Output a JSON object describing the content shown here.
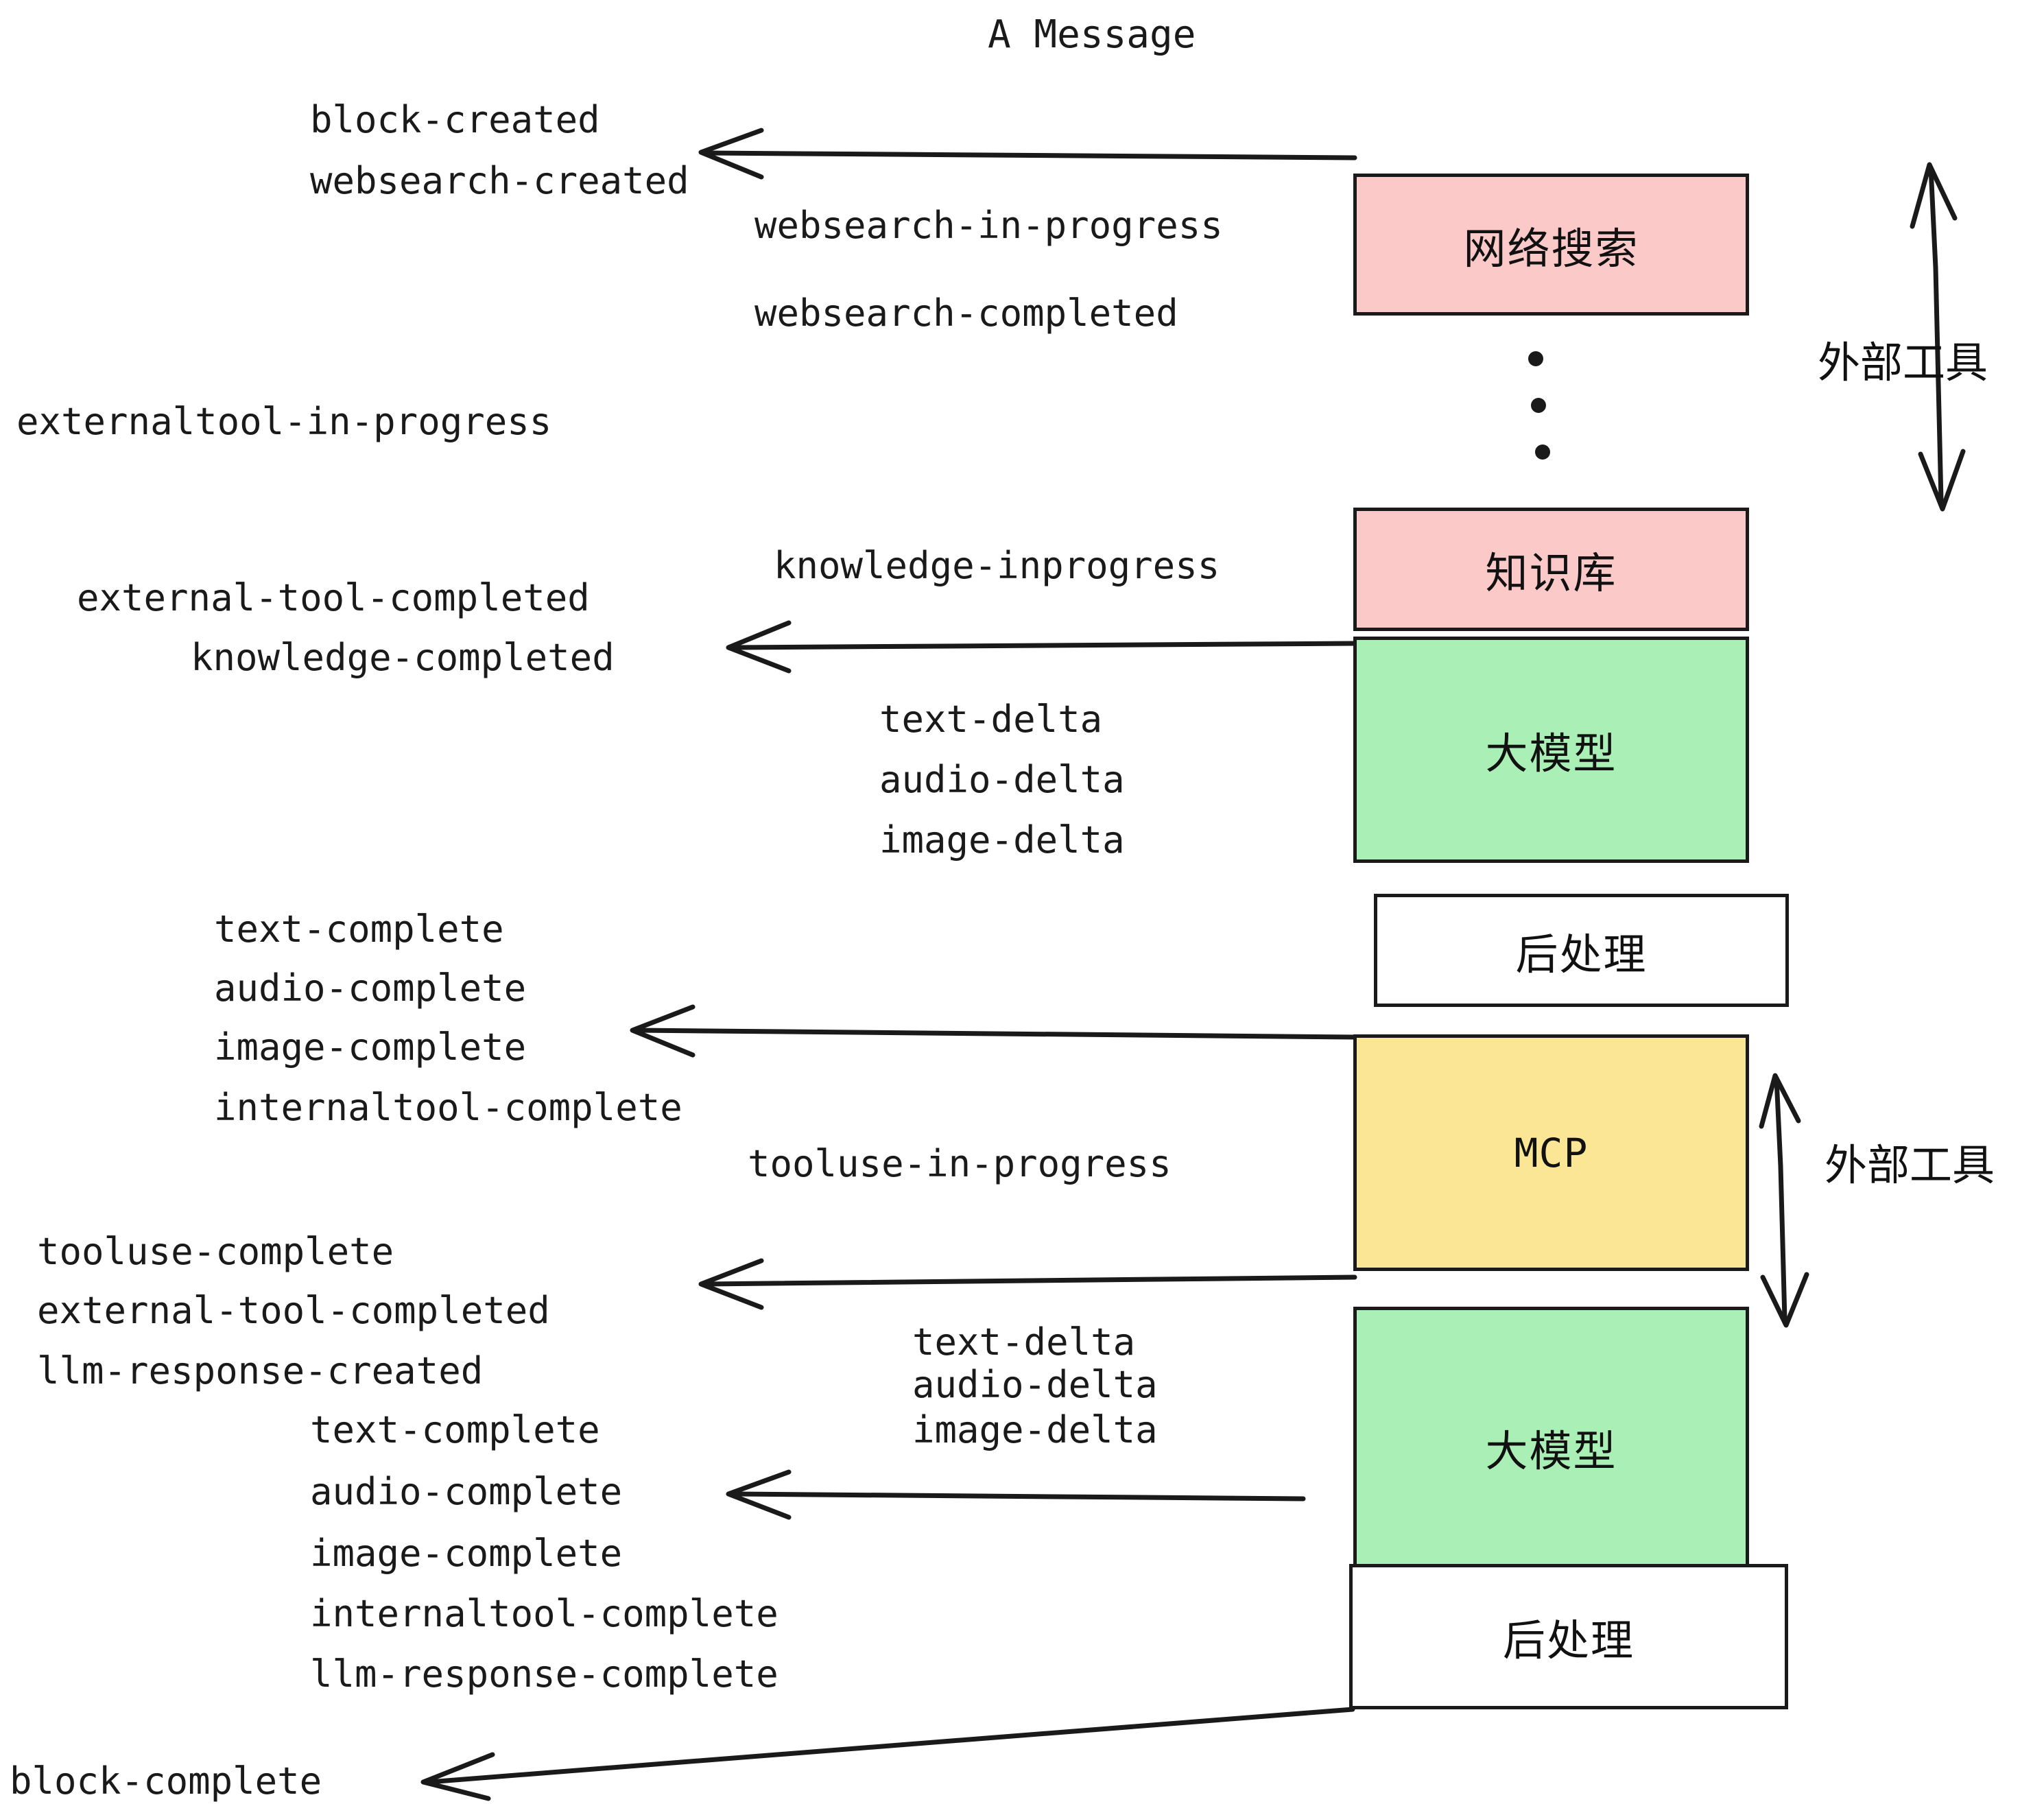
{
  "diagram": {
    "title": "A Message",
    "nodes": [
      {
        "id": "websearch",
        "label": "网络搜索",
        "color": "#fcc9c9",
        "script": "cjk"
      },
      {
        "id": "knowledge",
        "label": "知识库",
        "color": "#fcc9c9",
        "script": "cjk"
      },
      {
        "id": "llm-1",
        "label": "大模型",
        "color": "#aaf0b6",
        "script": "cjk"
      },
      {
        "id": "postproc-1",
        "label": "后处理",
        "color": "#ffffff",
        "script": "cjk"
      },
      {
        "id": "mcp",
        "label": "MCP",
        "color": "#fae694",
        "script": "latin"
      },
      {
        "id": "llm-2",
        "label": "大模型",
        "color": "#aaf0b6",
        "script": "cjk"
      },
      {
        "id": "postproc-2",
        "label": "后处理",
        "color": "#ffffff",
        "script": "cjk"
      }
    ],
    "side_labels": [
      {
        "id": "external-tool-top",
        "text": "外部工具"
      },
      {
        "id": "external-tool-bottom",
        "text": "外部工具"
      }
    ],
    "events": [
      {
        "id": "block-created",
        "text": "block-created"
      },
      {
        "id": "websearch-created",
        "text": "websearch-created"
      },
      {
        "id": "websearch-in-progress",
        "text": "websearch-in-progress"
      },
      {
        "id": "websearch-completed",
        "text": "websearch-completed"
      },
      {
        "id": "externaltool-in-progress",
        "text": "externaltool-in-progress"
      },
      {
        "id": "knowledge-inprogress",
        "text": "knowledge-inprogress"
      },
      {
        "id": "external-tool-completed-1",
        "text": "external-tool-completed"
      },
      {
        "id": "knowledge-completed",
        "text": "knowledge-completed"
      },
      {
        "id": "text-delta-1",
        "text": "text-delta"
      },
      {
        "id": "audio-delta-1",
        "text": "audio-delta"
      },
      {
        "id": "image-delta-1",
        "text": "image-delta"
      },
      {
        "id": "text-complete-1",
        "text": "text-complete"
      },
      {
        "id": "audio-complete-1",
        "text": "audio-complete"
      },
      {
        "id": "image-complete-1",
        "text": "image-complete"
      },
      {
        "id": "internaltool-complete-1",
        "text": "internaltool-complete"
      },
      {
        "id": "tooluse-in-progress",
        "text": "tooluse-in-progress"
      },
      {
        "id": "tooluse-complete",
        "text": "tooluse-complete"
      },
      {
        "id": "external-tool-completed-2",
        "text": "external-tool-completed"
      },
      {
        "id": "llm-response-created",
        "text": "llm-response-created"
      },
      {
        "id": "text-delta-2",
        "text": "text-delta"
      },
      {
        "id": "audio-delta-2",
        "text": "audio-delta"
      },
      {
        "id": "image-delta-2",
        "text": "image-delta"
      },
      {
        "id": "text-complete-2",
        "text": "text-complete"
      },
      {
        "id": "audio-complete-2",
        "text": "audio-complete"
      },
      {
        "id": "image-complete-2",
        "text": "image-complete"
      },
      {
        "id": "internaltool-complete-2",
        "text": "internaltool-complete"
      },
      {
        "id": "llm-response-complete",
        "text": "llm-response-complete"
      },
      {
        "id": "block-complete",
        "text": "block-complete"
      }
    ],
    "ellipsis_dots": 3,
    "colors": {
      "stroke": "#1a1a1a",
      "pink": "#fcc9c9",
      "green": "#aaf0b6",
      "yellow": "#fae694",
      "white": "#ffffff",
      "background": "#ffffff"
    }
  }
}
